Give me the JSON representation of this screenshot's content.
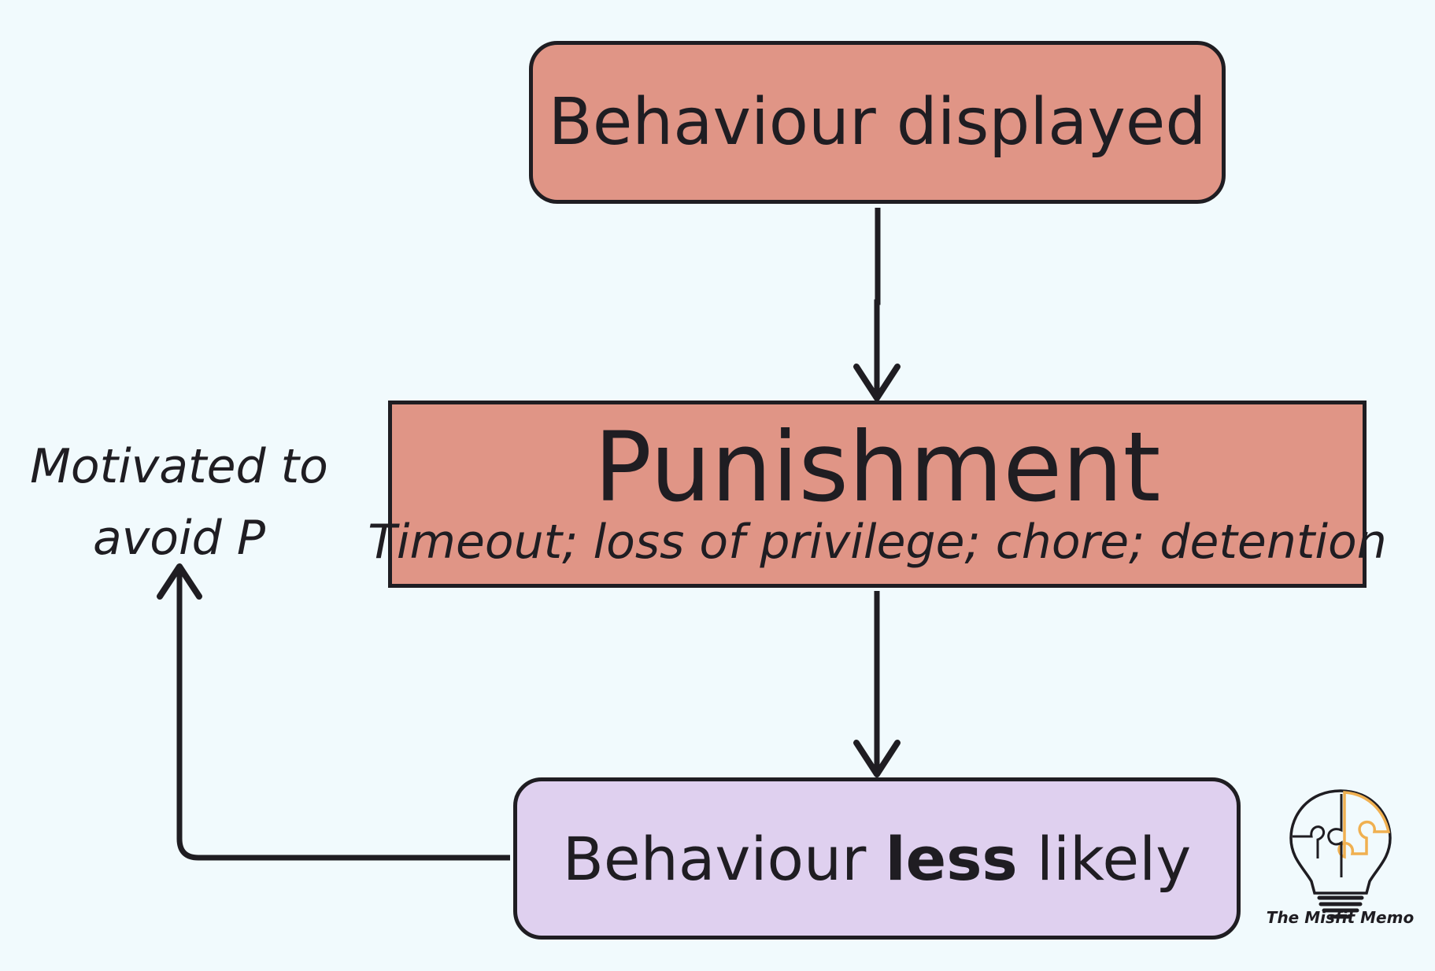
{
  "diagram": {
    "top_box": {
      "label": "Behaviour displayed"
    },
    "middle_box": {
      "title": "Punishment",
      "subtitle": "Timeout; loss of privilege; chore; detention"
    },
    "bottom_box": {
      "label_before": "Behaviour ",
      "label_bold": "less",
      "label_after": " likely"
    },
    "side_note": {
      "line1": "Motivated to",
      "line2": "avoid P"
    }
  },
  "branding": {
    "logo_text": "The Misfit Memo"
  },
  "colors": {
    "background": "#f1fafd",
    "punishment_fill": "#e09586",
    "outcome_fill": "#dfd0ef",
    "stroke": "#1f1d22",
    "logo_accent": "#f0b050"
  }
}
